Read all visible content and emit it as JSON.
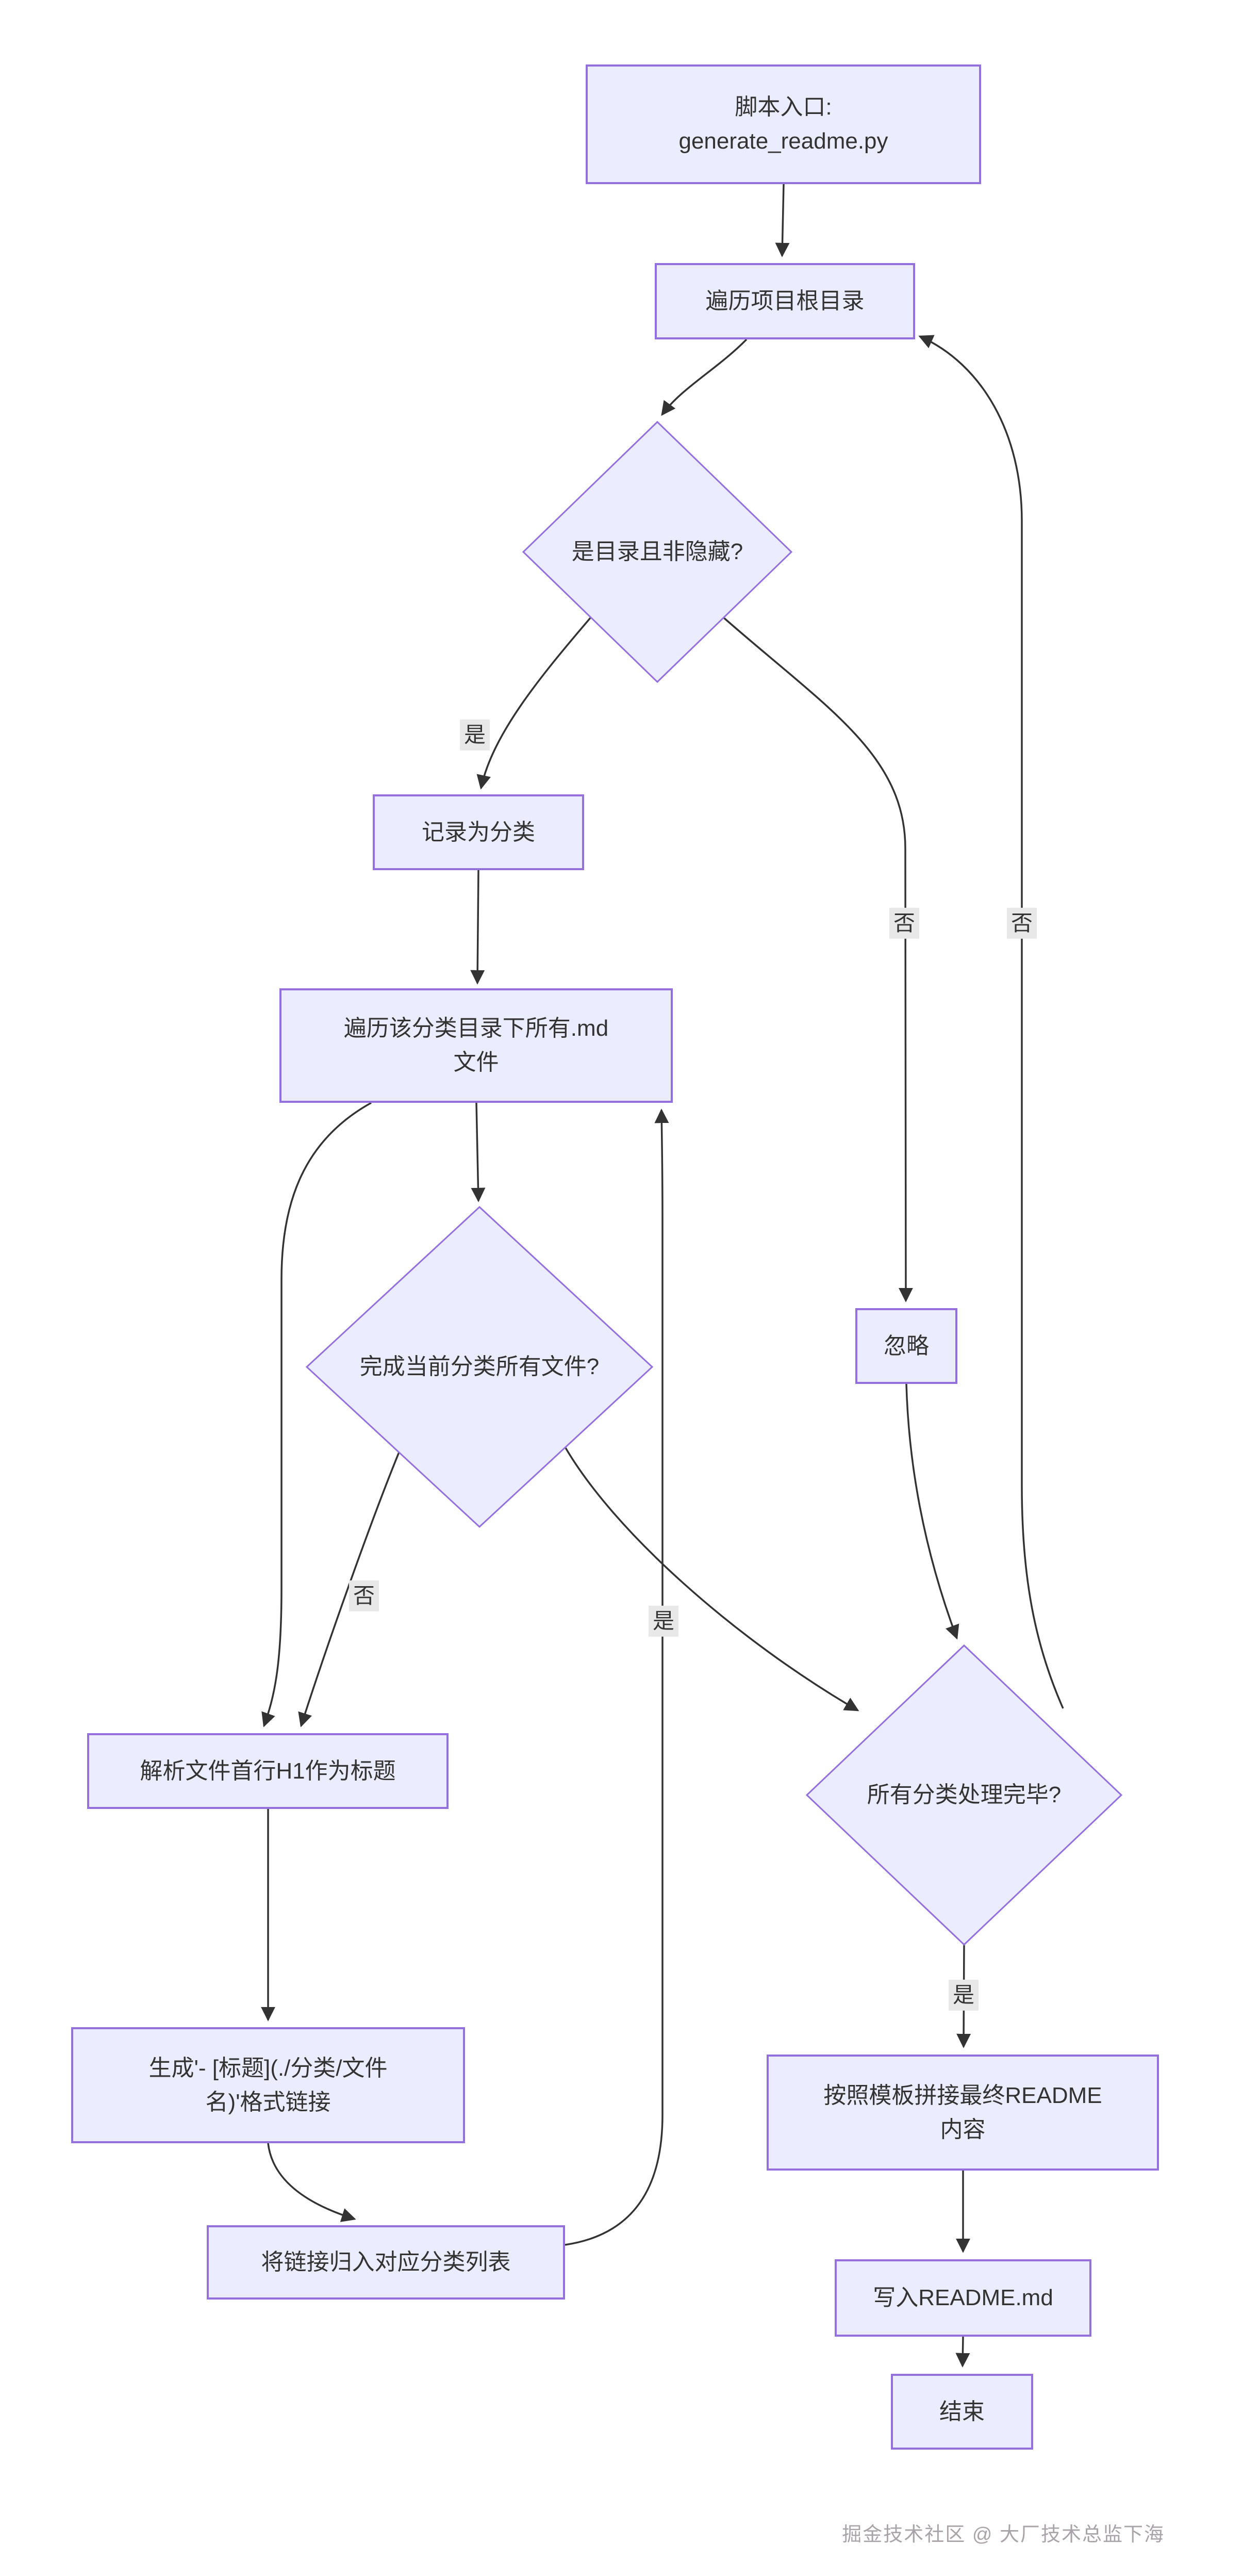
{
  "diagram": {
    "nodes": {
      "entry": {
        "label": "脚本入口:\ngenerate_readme.py"
      },
      "traverse_root": {
        "label": "遍历项目根目录"
      },
      "is_dir_decision": {
        "label": "是目录且非隐藏?"
      },
      "record_category": {
        "label": "记录为分类"
      },
      "traverse_md": {
        "label": "遍历该分类目录下所有.md\n文件"
      },
      "files_done_decision": {
        "label": "完成当前分类所有文件?"
      },
      "parse_h1": {
        "label": "解析文件首行H1作为标题"
      },
      "generate_link": {
        "label": "生成'- [标题](./分类/文件\n名)'格式链接"
      },
      "append_link": {
        "label": "将链接归入对应分类列表"
      },
      "ignore": {
        "label": "忽略"
      },
      "categories_done_decision": {
        "label": "所有分类处理完毕?"
      },
      "assemble_readme": {
        "label": "按照模板拼接最终README\n内容"
      },
      "write_readme": {
        "label": "写入README.md"
      },
      "end": {
        "label": "结束"
      }
    },
    "edge_labels": {
      "yes": "是",
      "no": "否"
    },
    "colors": {
      "node_fill": "#ECECFF",
      "node_border": "#9370DB",
      "edge": "#333333",
      "edge_label_bg": "#e8e8e8",
      "text": "#333333",
      "watermark": "#a8a4a8",
      "background": "#ffffff"
    },
    "watermark": "掘金技术社区 @ 大厂技术总监下海"
  }
}
